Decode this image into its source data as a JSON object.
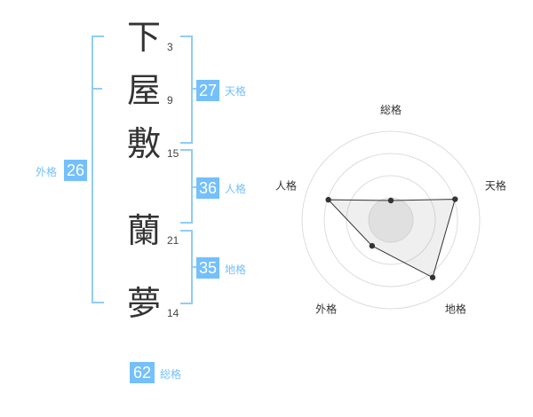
{
  "name_chars": [
    {
      "char": "下",
      "strokes": "3"
    },
    {
      "char": "屋",
      "strokes": "9"
    },
    {
      "char": "敷",
      "strokes": "15"
    },
    {
      "char": "蘭",
      "strokes": "21"
    },
    {
      "char": "夢",
      "strokes": "14"
    }
  ],
  "scores": {
    "tenkaku": {
      "value": "27",
      "label": "天格"
    },
    "jinkaku": {
      "value": "36",
      "label": "人格"
    },
    "chikaku": {
      "value": "35",
      "label": "地格"
    },
    "gaikaku": {
      "value": "26",
      "label": "外格"
    },
    "soukaku": {
      "value": "62",
      "label": "総格"
    }
  },
  "colors": {
    "accent": "#74c0fc",
    "bracket": "#90cdf4",
    "text": "#333333"
  },
  "chart_data": {
    "type": "radar",
    "axes": [
      "総格",
      "天格",
      "地格",
      "外格",
      "人格"
    ],
    "rings": 4,
    "values": [
      0.22,
      0.76,
      0.8,
      0.36,
      0.74
    ]
  }
}
